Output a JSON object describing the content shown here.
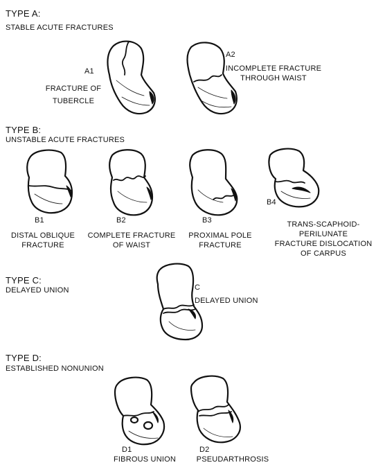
{
  "sections": {
    "a": {
      "type": "TYPE A:",
      "title": "STABLE ACUTE FRACTURES"
    },
    "b": {
      "type": "TYPE B:",
      "title": "UNSTABLE ACUTE FRACTURES"
    },
    "c": {
      "type": "TYPE C:",
      "title": "DELAYED UNION"
    },
    "d": {
      "type": "TYPE D:",
      "title": "ESTABLISHED NONUNION"
    }
  },
  "labels": {
    "a1": {
      "code": "A1",
      "line1": "FRACTURE OF",
      "line2": "TUBERCLE"
    },
    "a2": {
      "code": "A2",
      "line1": "INCOMPLETE FRACTURE",
      "line2": "THROUGH WAIST"
    },
    "b1": {
      "code": "B1",
      "line1": "DISTAL OBLIQUE",
      "line2": "FRACTURE"
    },
    "b2": {
      "code": "B2",
      "line1": "COMPLETE FRACTURE",
      "line2": "OF WAIST"
    },
    "b3": {
      "code": "B3",
      "line1": "PROXIMAL POLE",
      "line2": "FRACTURE"
    },
    "b4": {
      "code": "B4",
      "line1": "TRANS-SCAPHOID-",
      "line2": "PERILUNATE",
      "line3": "FRACTURE DISLOCATION",
      "line4": "OF CARPUS"
    },
    "c": {
      "code": "C",
      "line1": "DELAYED UNION"
    },
    "d1": {
      "code": "D1",
      "line1": "FIBROUS UNION"
    },
    "d2": {
      "code": "D2",
      "line1": "PSEUDARTHROSIS"
    }
  }
}
